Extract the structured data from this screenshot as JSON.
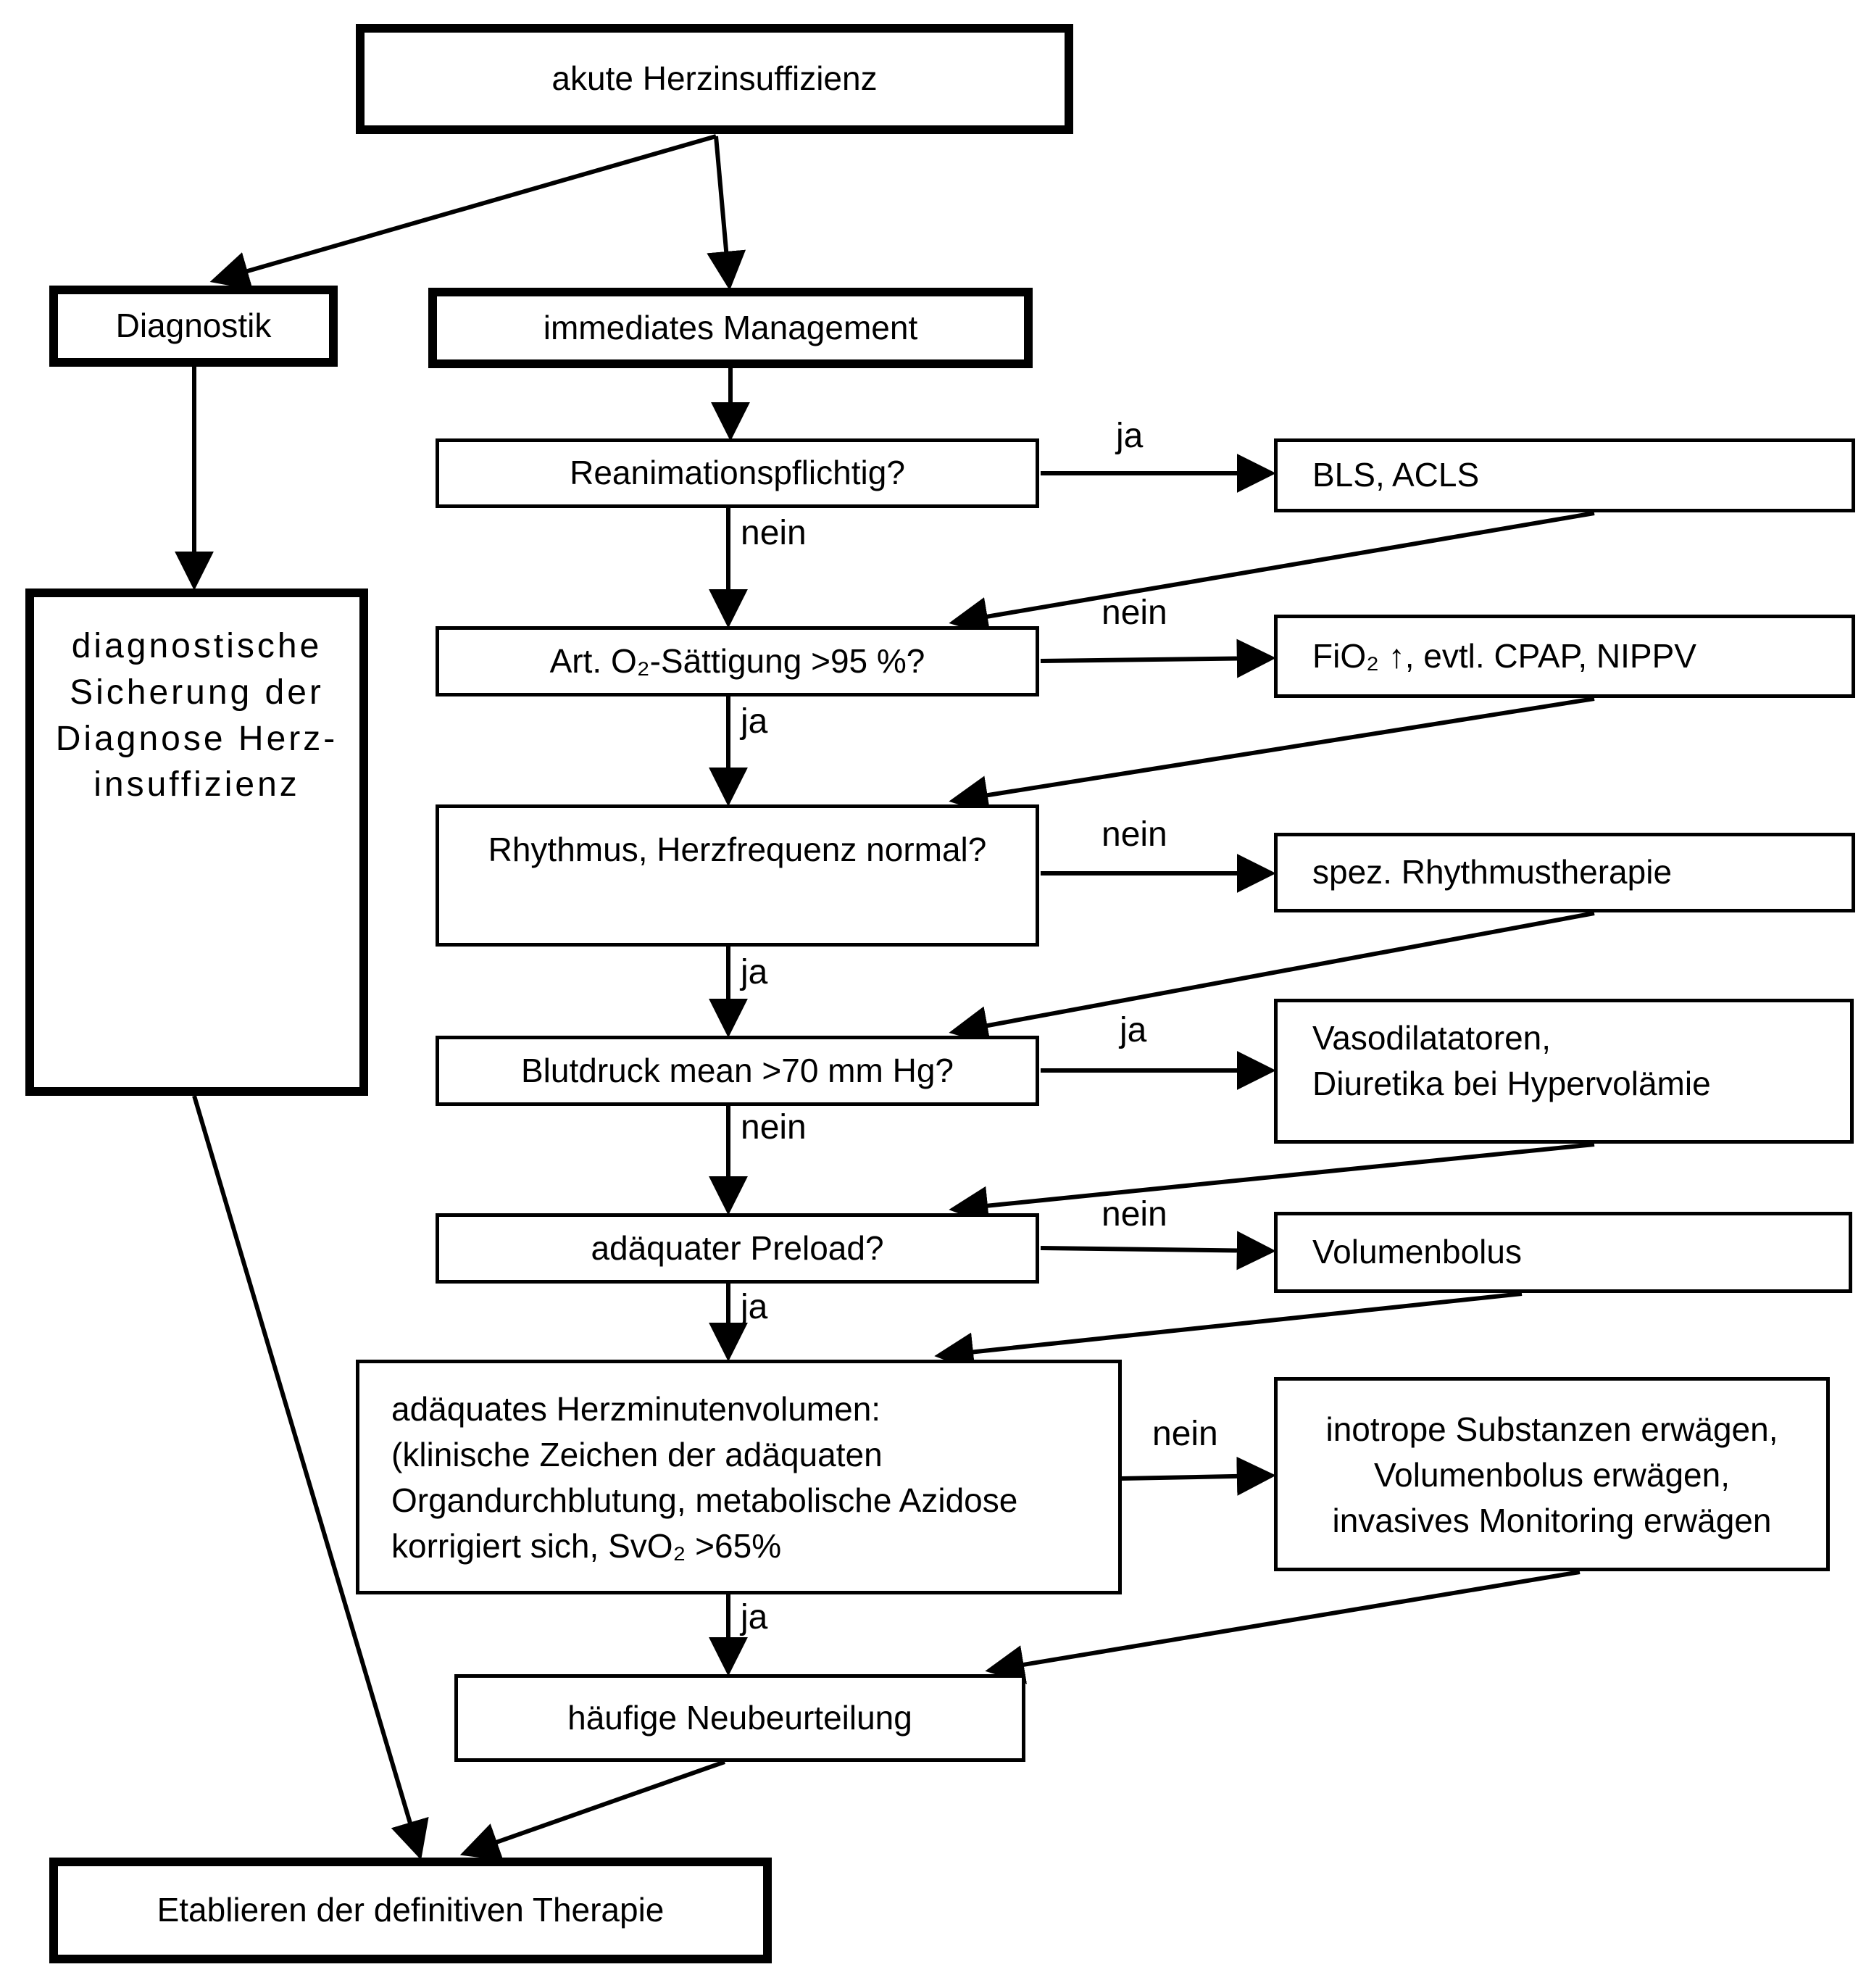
{
  "diagram": {
    "title_node": "akute Herzinsuffizienz",
    "nodes": {
      "root": {
        "label": "akute Herzinsuffizienz"
      },
      "diagnostik": {
        "label": "Diagnostik"
      },
      "diagnostic_confirmation": {
        "lines": [
          "diagnostische",
          "Sicherung der",
          "Diagnose Herz-",
          "insuffizienz"
        ]
      },
      "management": {
        "label": "immediates Management"
      },
      "resuscitation": {
        "label": "Reanimationspflichtig?"
      },
      "bls_acls": {
        "label": "BLS, ACLS"
      },
      "o2_saturation": {
        "label": "Art. O₂-Sättigung >95 %?"
      },
      "fio2": {
        "label": "FiO₂ ↑, evtl. CPAP, NIPPV"
      },
      "rhythm": {
        "label": "Rhythmus, Herzfrequenz normal?"
      },
      "rhythm_therapy": {
        "label": "spez. Rhythmustherapie"
      },
      "blood_pressure": {
        "label": "Blutdruck mean >70 mm Hg?"
      },
      "vasodilators": {
        "lines": [
          "Vasodilatatoren,",
          "Diuretika bei Hypervolämie"
        ]
      },
      "preload": {
        "label": "adäquater Preload?"
      },
      "volume_bolus": {
        "label": "Volumenbolus"
      },
      "cardiac_output": {
        "lines": [
          "adäquates Herzminutenvolumen:",
          "(klinische Zeichen der adäquaten",
          "Organdurchblutung, metabolische Azidose",
          "korrigiert sich, SvO₂ >65%"
        ]
      },
      "inotropes": {
        "lines": [
          "inotrope Substanzen erwägen,",
          "Volumenbolus erwägen,",
          "invasives Monitoring erwägen"
        ]
      },
      "reassessment": {
        "label": "häufige Neubeurteilung"
      },
      "definitive_therapy": {
        "label": "Etablieren der definitiven Therapie"
      }
    },
    "edge_labels": {
      "resuscitation_yes": "ja",
      "resuscitation_no": "nein",
      "o2_no": "nein",
      "o2_yes": "ja",
      "rhythm_no": "nein",
      "rhythm_yes": "ja",
      "bp_yes": "ja",
      "bp_no": "nein",
      "preload_no": "nein",
      "preload_yes": "ja",
      "cardiac_output_no": "nein",
      "cardiac_output_yes": "ja"
    },
    "colors": {
      "line": "#000000",
      "background": "#ffffff",
      "box_fill": "#ffffff"
    }
  }
}
